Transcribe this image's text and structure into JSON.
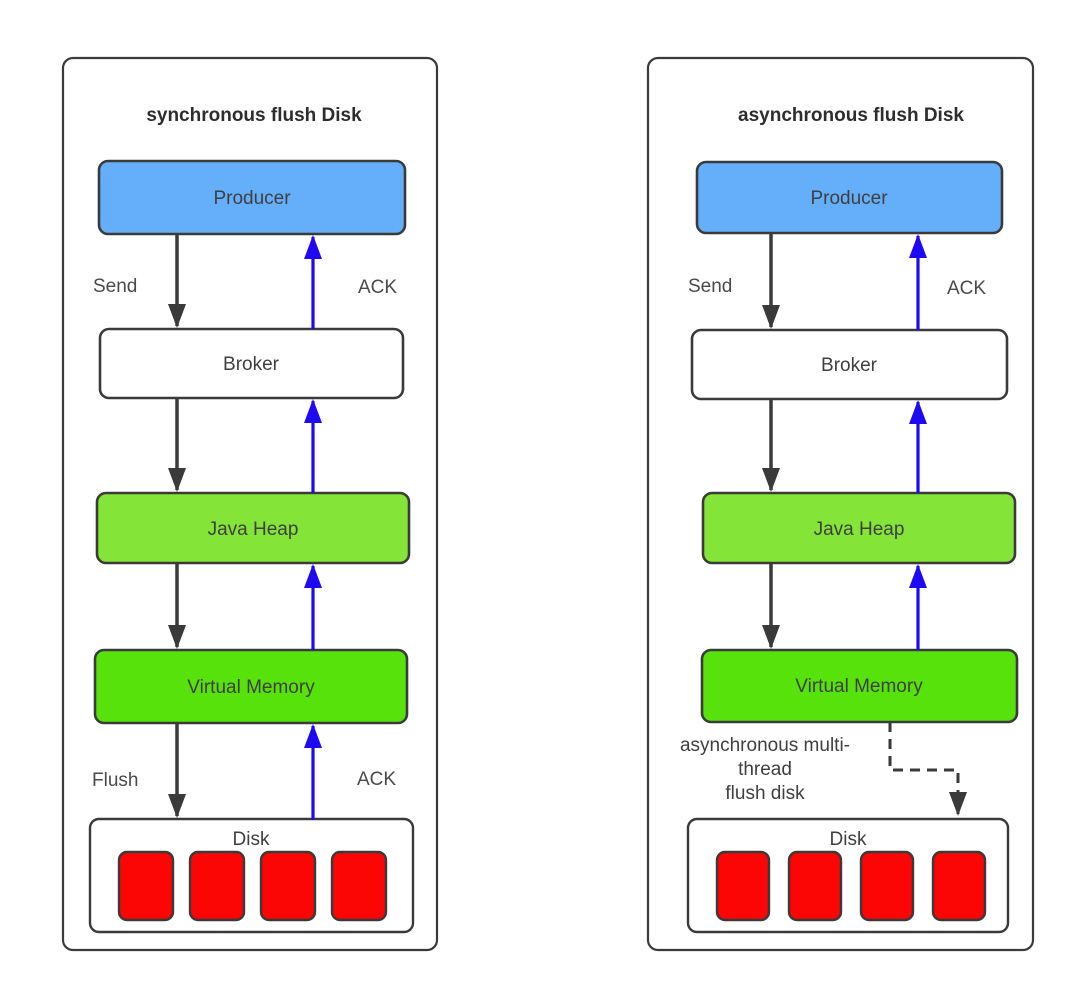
{
  "panels": [
    {
      "title": "synchronous flush Disk",
      "producer": "Producer",
      "broker": "Broker",
      "java_heap": "Java Heap",
      "virtual_memory": "Virtual Memory",
      "disk": "Disk",
      "send": "Send",
      "ack_top": "ACK",
      "flush": "Flush",
      "ack_bottom": "ACK"
    },
    {
      "title": "asynchronous flush Disk",
      "producer": "Producer",
      "broker": "Broker",
      "java_heap": "Java Heap",
      "virtual_memory": "Virtual Memory",
      "disk": "Disk",
      "send": "Send",
      "ack_top": "ACK",
      "async_note": [
        "asynchronous multi-",
        "thread",
        "flush disk"
      ]
    }
  ],
  "colors": {
    "producer_fill": "#64aefa",
    "broker_fill": "#ffffff",
    "java_heap_fill": "#84e538",
    "virtual_memory_fill": "#58e20c",
    "disk_block_fill": "#fb0505",
    "flow_arrow": "#3a3a3a",
    "ack_arrow": "#1e0af2",
    "box_border": "#3a3a3a"
  }
}
